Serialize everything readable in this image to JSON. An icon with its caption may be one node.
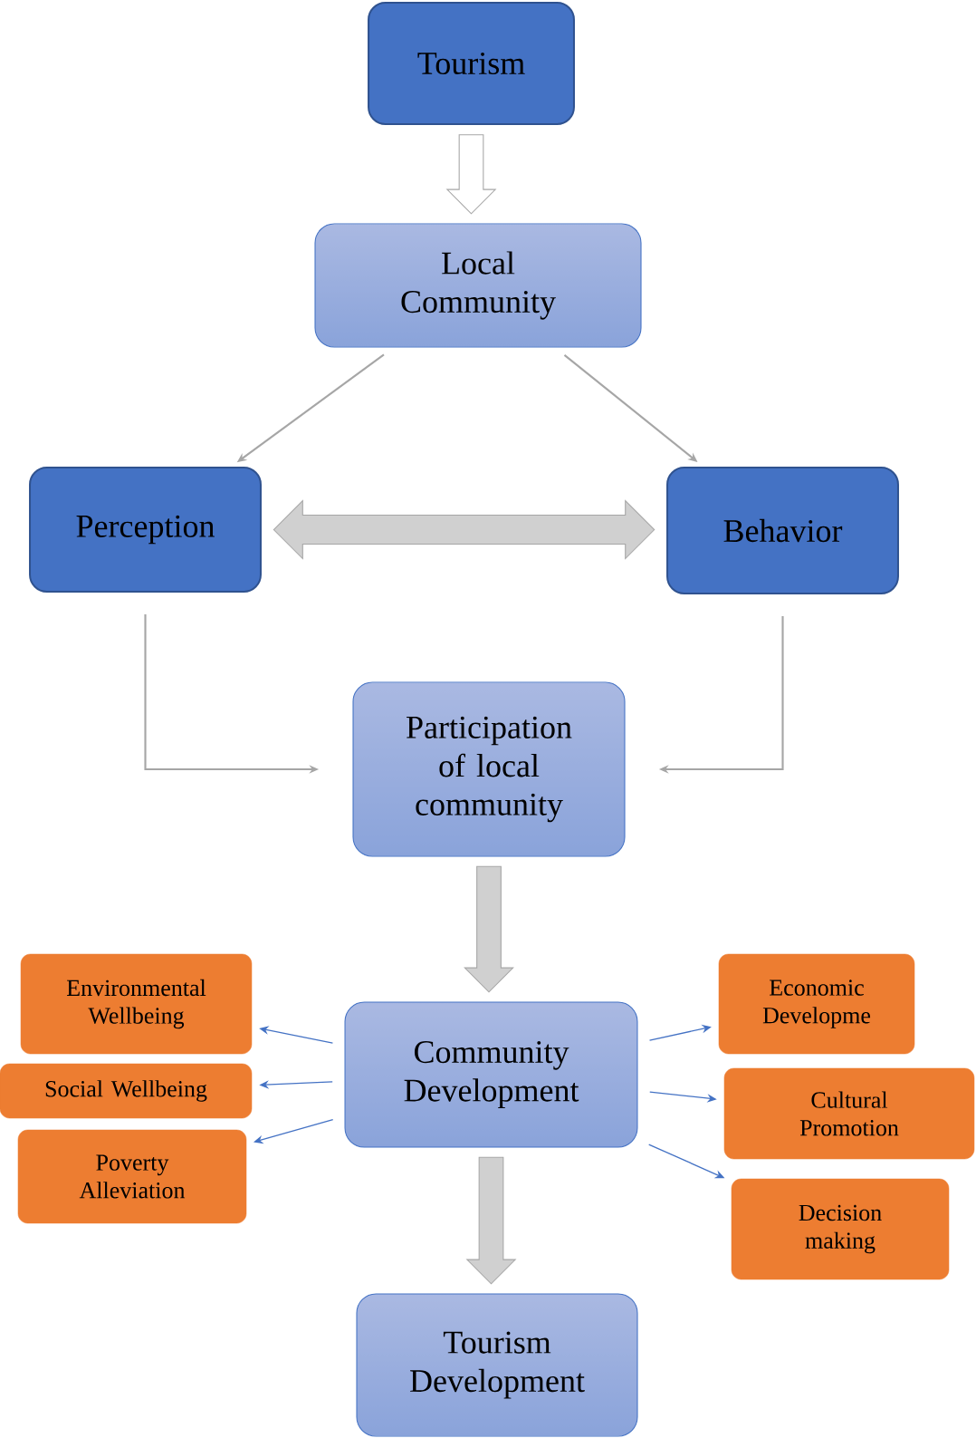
{
  "diagram": {
    "nodes": [
      {
        "text": [
          "Tourism"
        ]
      },
      {
        "text": [
          "Local Community"
        ]
      },
      {
        "text": [
          "Perception"
        ]
      },
      {
        "text": [
          "Behavior"
        ]
      },
      {
        "text": [
          "Participation of local community"
        ]
      },
      {
        "text": [
          "Community Development"
        ]
      },
      {
        "text": [
          "Environmental Wellbeing"
        ]
      },
      {
        "text": [
          "Social Wellbeing"
        ]
      },
      {
        "text": [
          "Poverty Alleviation"
        ]
      },
      {
        "text": [
          "Economic Developme"
        ]
      },
      {
        "text": [
          "Cultural Promotion"
        ]
      },
      {
        "text": [
          "Decision making"
        ]
      },
      {
        "text": [
          "Tourism Development"
        ]
      }
    ],
    "edges": [
      {
        "from": 0,
        "to": 1,
        "arrow": "to",
        "style": "thick",
        "color": "#ffffff"
      },
      {
        "from": 1,
        "to": 2,
        "arrow": "to",
        "color": "#a6a6a6"
      },
      {
        "from": 1,
        "to": 3,
        "arrow": "to",
        "color": "#a6a6a6"
      },
      {
        "from": 2,
        "to": 3,
        "arrow": "both",
        "style": "thick"
      },
      {
        "from": 2,
        "to": 4,
        "arrow": "to",
        "color": "#a6a6a6"
      },
      {
        "from": 3,
        "to": 4,
        "arrow": "to",
        "color": "#a6a6a6"
      },
      {
        "from": 4,
        "to": 5,
        "arrow": "to",
        "style": "thick"
      },
      {
        "from": 5,
        "to": 6,
        "arrow": "to",
        "color": "#4472c4"
      },
      {
        "from": 5,
        "to": 7,
        "arrow": "to",
        "color": "#4472c4"
      },
      {
        "from": 5,
        "to": 8,
        "arrow": "to",
        "color": "#4472c4"
      },
      {
        "from": 5,
        "to": 9,
        "arrow": "to",
        "color": "#4472c4"
      },
      {
        "from": 5,
        "to": 10,
        "arrow": "to",
        "color": "#4472c4"
      },
      {
        "from": 5,
        "to": 11,
        "arrow": "to",
        "color": "#4472c4"
      },
      {
        "from": 5,
        "to": 12,
        "arrow": "to",
        "style": "thick"
      }
    ]
  }
}
